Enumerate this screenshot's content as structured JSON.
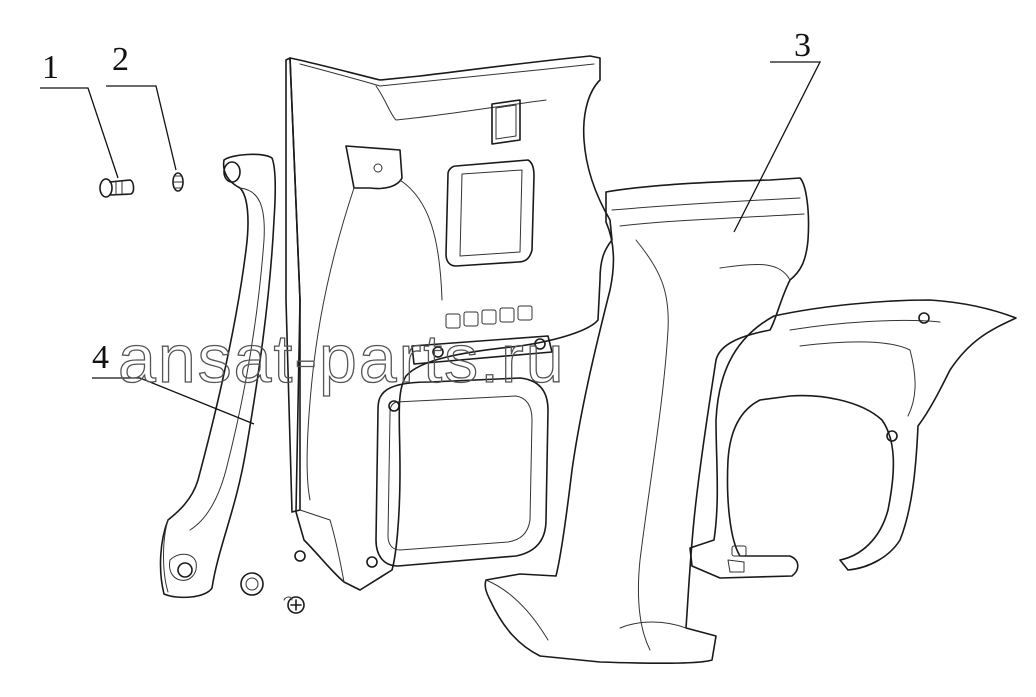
{
  "diagram": {
    "callouts": [
      {
        "id": "1",
        "label": "1"
      },
      {
        "id": "2",
        "label": "2"
      },
      {
        "id": "3",
        "label": "3"
      },
      {
        "id": "4",
        "label": "4"
      }
    ],
    "watermark": "ansat-parts.ru",
    "colors": {
      "line": "#1a1a1a",
      "background": "#ffffff",
      "watermark": "#555555"
    }
  }
}
